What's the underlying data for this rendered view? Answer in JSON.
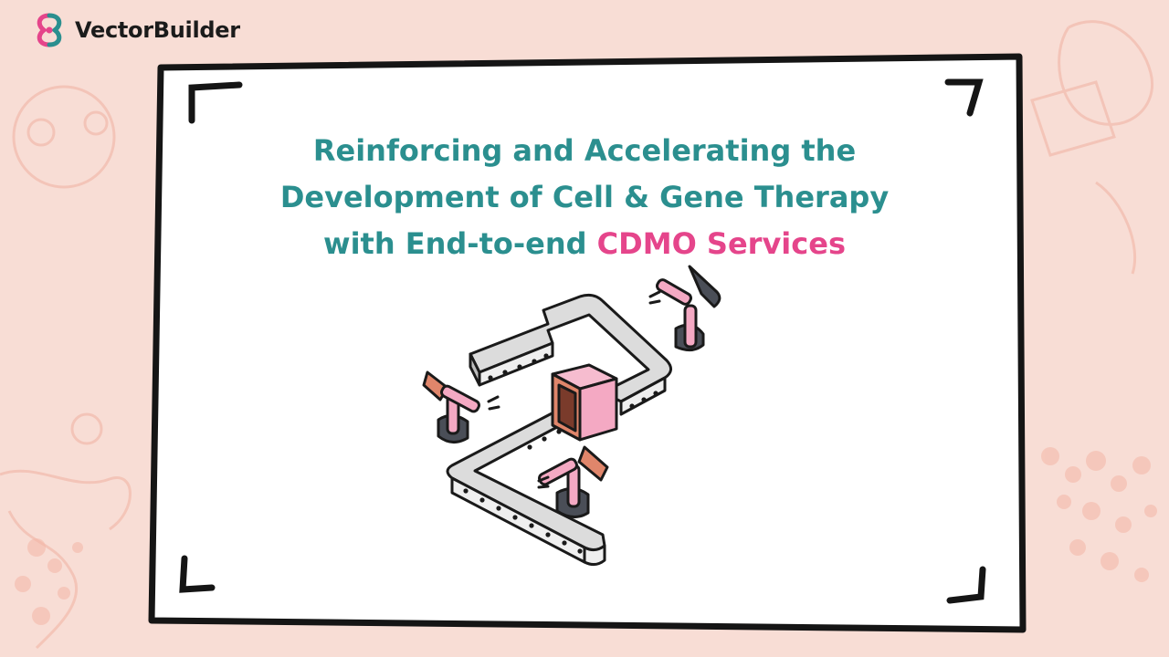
{
  "brand": {
    "name": "VectorBuilder",
    "icon": "vectorbuilder-logo-icon",
    "colors": {
      "teal": "#2b8f8f",
      "pink": "#e5458b"
    }
  },
  "headline": {
    "line1": "Reinforcing and Accelerating the",
    "line2": "Development of Cell & Gene Therapy",
    "line3_prefix": "with End-to-end ",
    "line3_highlight": "CDMO Services"
  },
  "illustration": {
    "subject": "conveyor-belt-with-robotic-arms"
  }
}
